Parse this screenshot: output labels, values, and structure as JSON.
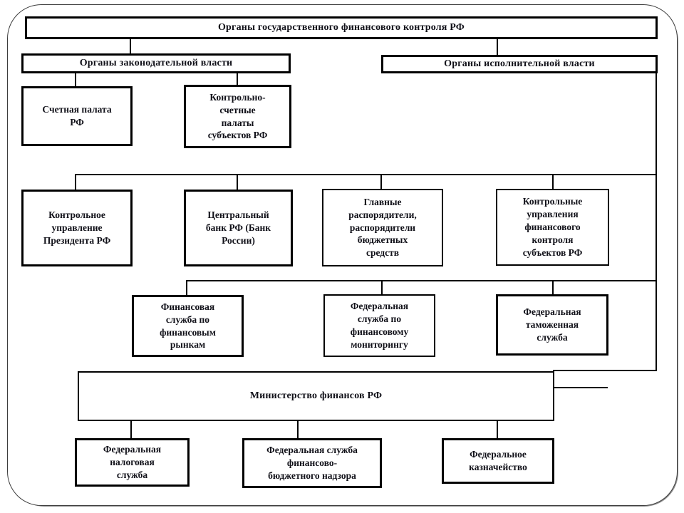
{
  "diagram": {
    "title": "Органы государственного финансового контроля РФ",
    "nodes": {
      "legislative": "Органы законодательной власти",
      "executive": "Органы исполнительной власти",
      "schetnaya_palata": "Счетная палата\nРФ",
      "ksp_subjektov": "Контрольно-\nсчетные\nпалаты\nсубъектов РФ",
      "kontrolnoe_upravlenie": "Контрольное\nуправление\nПрезидента РФ",
      "central_bank": "Центральный\nбанк РФ (Банк\nРоссии)",
      "glavnye_rasporyaditeli": "Главные\nраспорядители,\nраспорядители\nбюджетных\nсредств",
      "kontrolnye_upravleniya": "Контрольные\nуправления\nфинансового\nконтроля\nсубъектов РФ",
      "fin_sluzhba_rynki": "Финансовая\nслужба по\nфинансовым\nрынкам",
      "fed_sluzhba_monitoring": "Федеральная\nслужба по\nфинансовому\nмониторингу",
      "tamozhennaya_sluzhba": "Федеральная\nтаможенная\nслужба",
      "minfin": "Министерство финансов РФ",
      "nalogovaya_sluzhba": "Федеральная\nналоговая\nслужба",
      "fin_byudzhetny_nadzor": "Федеральная служба\nфинансово-\nбюджетного надзора",
      "kaznacheystvo": "Федеральное\nказначейство"
    },
    "colors": {
      "line": "#000000",
      "background": "#ffffff",
      "text": "#101018",
      "frame": "#3d3d3d"
    }
  }
}
